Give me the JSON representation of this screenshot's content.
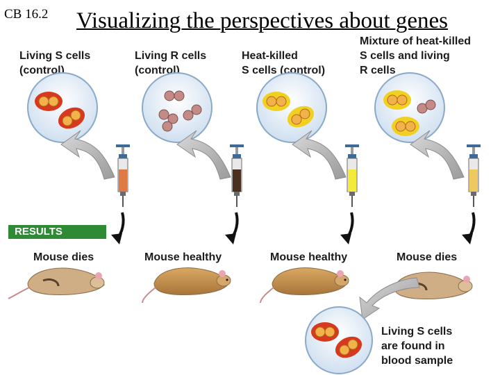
{
  "header": {
    "code": "CB 16.2",
    "title": "Visualizing the perspectives about genes"
  },
  "columns": [
    {
      "label_lines": [
        "Living S cells",
        "(control)"
      ],
      "outcome": "Mouse dies"
    },
    {
      "label_lines": [
        "Living R cells",
        "(control)"
      ],
      "outcome": "Mouse healthy"
    },
    {
      "label_lines": [
        "Heat-killed",
        "S cells (control)"
      ],
      "outcome": "Mouse healthy"
    },
    {
      "label_lines": [
        "Mixture of heat-killed",
        "S cells and living",
        "R cells"
      ],
      "outcome": "Mouse dies"
    }
  ],
  "results_label": "RESULTS",
  "final_note_lines": [
    "Living S cells",
    "are found in",
    "blood sample"
  ],
  "colors": {
    "s_capsule": "#d63a1e",
    "s_cell": "#f2b24a",
    "r_cell": "#c48a86",
    "heat_killed_capsule": "#f0d020",
    "dish_fill": "#dfeaf6",
    "results_bar": "#2e8a34"
  }
}
